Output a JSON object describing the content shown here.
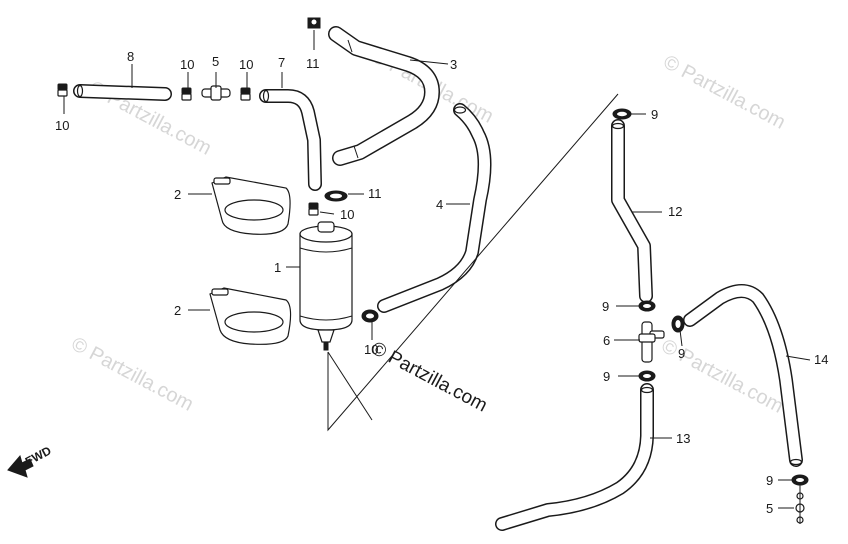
{
  "watermarks": [
    "© Partzilla.com",
    "© Partzilla.com",
    "© Partzilla.com",
    "© Partzilla.com",
    "© Partzilla.com"
  ],
  "brand_text": "© Partzilla.com",
  "fwd_label": "FWD",
  "callouts": {
    "c1": "1",
    "c2a": "2",
    "c2b": "2",
    "c3": "3",
    "c4": "4",
    "c5a": "5",
    "c5b": "5",
    "c6": "6",
    "c7": "7",
    "c8": "8",
    "c9a": "9",
    "c9b": "9",
    "c9c": "9",
    "c9d": "9",
    "c9e": "9",
    "c10a": "10",
    "c10b": "10",
    "c10c": "10",
    "c10d": "10",
    "c10e": "10",
    "c11a": "11",
    "c11b": "11",
    "c12": "12",
    "c13": "13",
    "c14": "14"
  }
}
